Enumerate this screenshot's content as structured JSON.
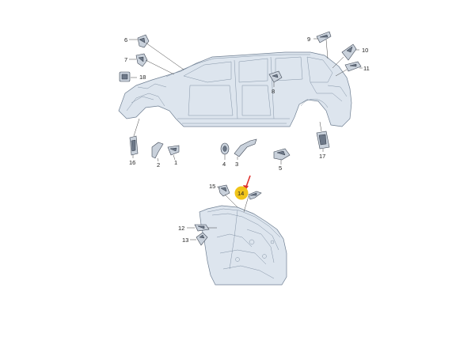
{
  "callouts": {
    "c1": "1",
    "c2": "2",
    "c3": "3",
    "c4": "4",
    "c5": "5",
    "c6": "6",
    "c7": "7",
    "c8": "8",
    "c9": "9",
    "c10": "10",
    "c11": "11",
    "c12": "12",
    "c13": "13",
    "c14": "14",
    "c15": "15",
    "c16": "16",
    "c17": "17",
    "c18": "18"
  },
  "highlight": {
    "part": "14",
    "color": "#f0c419",
    "arrow_color": "#e0322d"
  },
  "colors": {
    "body_fill": "#dde5ee",
    "body_stroke": "#6f7f92"
  }
}
